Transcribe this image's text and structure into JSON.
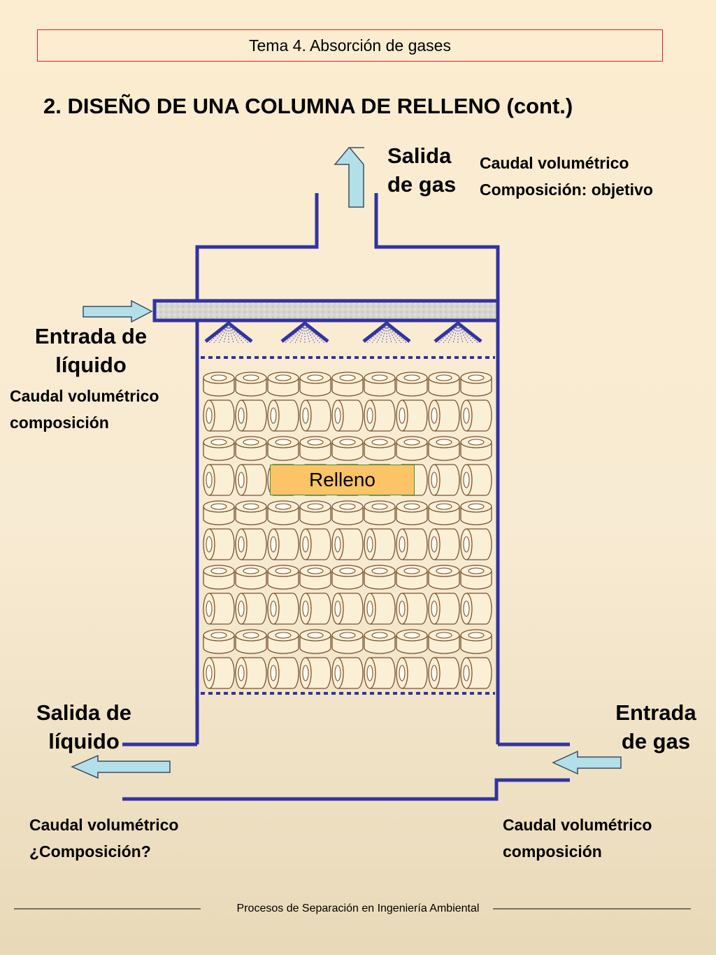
{
  "header": {
    "course": "Tema 4. Absorción de gases"
  },
  "title": "2. DISEÑO DE UNA COLUMNA DE RELLENO (cont.)",
  "gas_outlet": {
    "label_line1": "Salida",
    "label_line2": "de gas",
    "detail_line1": "Caudal volumétrico",
    "detail_line2": "Composición: objetivo"
  },
  "liquid_inlet": {
    "label_line1": "Entrada de",
    "label_line2": "líquido",
    "detail_line1": "Caudal volumétrico",
    "detail_line2": "composición"
  },
  "liquid_outlet": {
    "label_line1": "Salida de",
    "label_line2": "líquido",
    "detail_line1": "Caudal volumétrico",
    "detail_line2": "¿Composición?"
  },
  "gas_inlet": {
    "label_line1": "Entrada",
    "label_line2": "de gas",
    "detail_line1": "Caudal volumétrico",
    "detail_line2": "composición"
  },
  "packing_label": "Relleno",
  "footer": "Procesos de Separación en Ingeniería Ambiental",
  "colors": {
    "column_line": "#3333a0",
    "arrow_fill": "#b3dfe8",
    "packing_fill": "#fbefd6",
    "packing_stroke": "#7a5230",
    "label_fill": "#fcc467"
  }
}
